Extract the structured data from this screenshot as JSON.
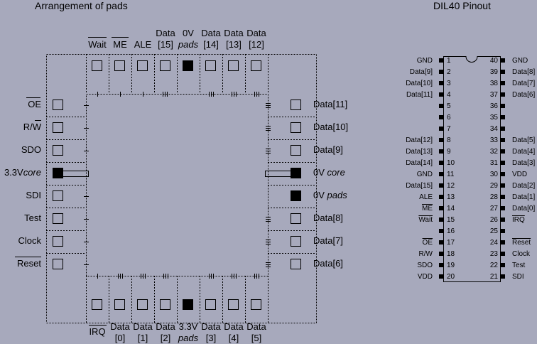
{
  "left_title": "Arrangement of pads",
  "right_title": "DIL40 Pinout",
  "top_labels": [
    {
      "l1": "",
      "l2": "Wait",
      "bar": true
    },
    {
      "l1": "",
      "l2": "ME",
      "bar": true
    },
    {
      "l1": "",
      "l2": "ALE"
    },
    {
      "l1": "Data",
      "l2": "[15]"
    },
    {
      "l1": "0V",
      "l2": "pads",
      "italic2": true
    },
    {
      "l1": "Data",
      "l2": "[14]"
    },
    {
      "l1": "Data",
      "l2": "[13]"
    },
    {
      "l1": "Data",
      "l2": "[12]"
    }
  ],
  "top_pad_filled": [
    false,
    false,
    false,
    false,
    true,
    false,
    false,
    false
  ],
  "bottom_labels": [
    {
      "l1": "",
      "l2": "IRQ",
      "bar": true
    },
    {
      "l1": "Data",
      "l2": "[0]"
    },
    {
      "l1": "Data",
      "l2": "[1]"
    },
    {
      "l1": "Data",
      "l2": "[2]"
    },
    {
      "l1": "3.3V",
      "l2": "pads",
      "italic2": true
    },
    {
      "l1": "Data",
      "l2": "[3]"
    },
    {
      "l1": "Data",
      "l2": "[4]"
    },
    {
      "l1": "Data",
      "l2": "[5]"
    }
  ],
  "bottom_pad_filled": [
    false,
    false,
    false,
    false,
    true,
    false,
    false,
    false
  ],
  "left_labels": [
    "OE",
    "R/W",
    "SDO",
    "3.3V",
    "SDI",
    "Test",
    "Clock",
    "Reset"
  ],
  "left_label_suffix": "core",
  "left_pad_filled": [
    false,
    false,
    false,
    true,
    false,
    false,
    false,
    false
  ],
  "right_labels": [
    "Data[11]",
    "Data[10]",
    "Data[9]",
    "0V",
    "0V",
    "Data[8]",
    "Data[7]",
    "Data[6]"
  ],
  "right_label_suffix_core": "core",
  "right_label_suffix_pads": "pads",
  "right_pad_filled": [
    false,
    false,
    false,
    true,
    true,
    false,
    false,
    false
  ],
  "pinout_left": [
    {
      "num": "1",
      "name": "GND"
    },
    {
      "num": "2",
      "name": "Data[9]"
    },
    {
      "num": "3",
      "name": "Data[10]"
    },
    {
      "num": "4",
      "name": "Data[11]"
    },
    {
      "num": "5",
      "name": ""
    },
    {
      "num": "6",
      "name": ""
    },
    {
      "num": "7",
      "name": ""
    },
    {
      "num": "8",
      "name": "Data[12]"
    },
    {
      "num": "9",
      "name": "Data[13]"
    },
    {
      "num": "10",
      "name": "Data[14]"
    },
    {
      "num": "11",
      "name": "GND"
    },
    {
      "num": "12",
      "name": "Data[15]"
    },
    {
      "num": "13",
      "name": "ALE"
    },
    {
      "num": "14",
      "name": "ME",
      "bar": true
    },
    {
      "num": "15",
      "name": "Wait",
      "bar": true
    },
    {
      "num": "16",
      "name": ""
    },
    {
      "num": "17",
      "name": "OE",
      "bar": true
    },
    {
      "num": "18",
      "name": "R/W",
      "barpart": "W"
    },
    {
      "num": "19",
      "name": "SDO"
    },
    {
      "num": "20",
      "name": "VDD"
    }
  ],
  "pinout_right": [
    {
      "num": "40",
      "name": "GND"
    },
    {
      "num": "39",
      "name": "Data[8]"
    },
    {
      "num": "38",
      "name": "Data[7]"
    },
    {
      "num": "37",
      "name": "Data[6]"
    },
    {
      "num": "36",
      "name": ""
    },
    {
      "num": "35",
      "name": ""
    },
    {
      "num": "34",
      "name": ""
    },
    {
      "num": "33",
      "name": "Data[5]"
    },
    {
      "num": "32",
      "name": "Data[4]"
    },
    {
      "num": "31",
      "name": "Data[3]"
    },
    {
      "num": "30",
      "name": "VDD"
    },
    {
      "num": "29",
      "name": "Data[2]"
    },
    {
      "num": "28",
      "name": "Data[1]"
    },
    {
      "num": "27",
      "name": "Data[0]"
    },
    {
      "num": "26",
      "name": "IRQ",
      "bar": true
    },
    {
      "num": "25",
      "name": ""
    },
    {
      "num": "24",
      "name": "Reset",
      "bar": true
    },
    {
      "num": "23",
      "name": "Clock"
    },
    {
      "num": "22",
      "name": "Test"
    },
    {
      "num": "21",
      "name": "SDI"
    }
  ]
}
